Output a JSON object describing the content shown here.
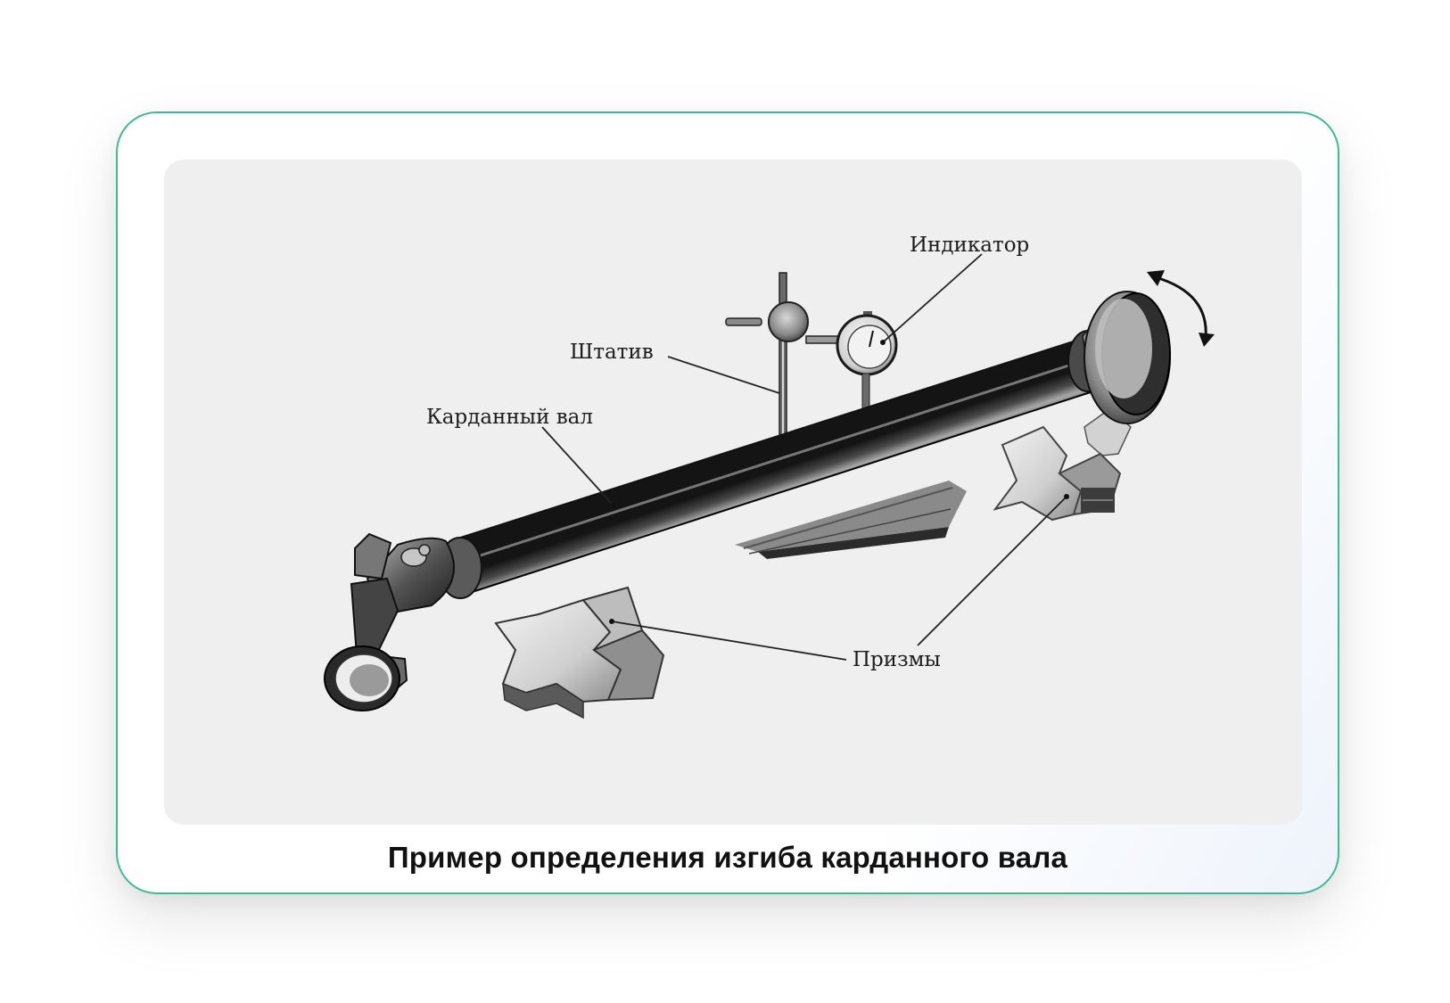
{
  "diagram": {
    "labels": {
      "indicator": "Индикатор",
      "stand": "Штатив",
      "shaft": "Карданный вал",
      "prisms": "Призмы"
    }
  },
  "caption": "Пример определения изгиба карданного вала"
}
